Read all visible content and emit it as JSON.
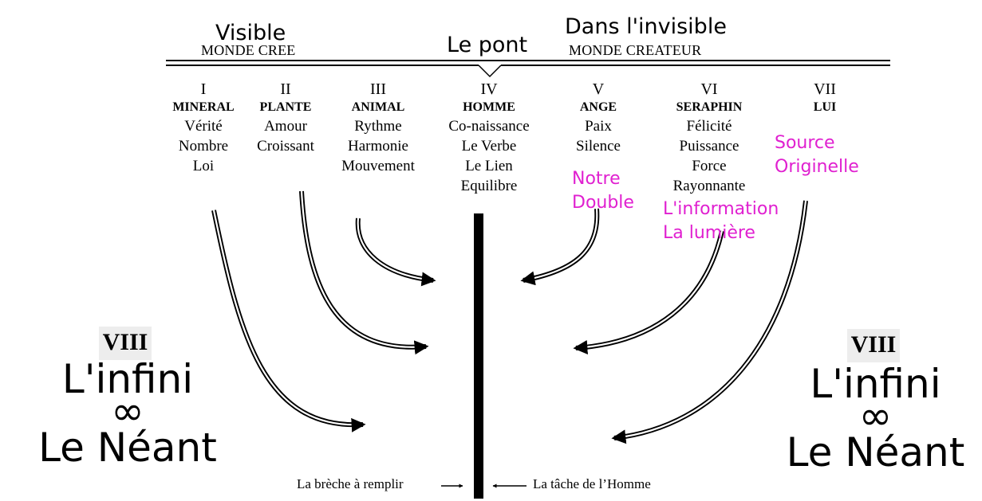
{
  "header": {
    "left_label": "Visible",
    "left_world": "MONDE CREE",
    "center_label": "Le pont",
    "right_label": "Dans l'invisible",
    "right_world": "MONDE CREATEUR"
  },
  "columns": [
    {
      "num": "I",
      "kind": "MINERAL",
      "qualities": [
        "Vérité",
        "Nombre",
        "Loi"
      ]
    },
    {
      "num": "II",
      "kind": "PLANTE",
      "qualities": [
        "Amour",
        "Croissant"
      ]
    },
    {
      "num": "III",
      "kind": "ANIMAL",
      "qualities": [
        "Rythme",
        "Harmonie",
        "Mouvement"
      ]
    },
    {
      "num": "IV",
      "kind": "HOMME",
      "qualities": [
        "Co-naissance",
        "Le Verbe",
        "Le Lien",
        "Equilibre"
      ]
    },
    {
      "num": "V",
      "kind": "ANGE",
      "qualities": [
        "Paix",
        "Silence"
      ]
    },
    {
      "num": "VI",
      "kind": "SERAPHIN",
      "qualities": [
        "Félicité",
        "Puissance",
        "Force",
        "Rayonnante"
      ]
    },
    {
      "num": "VII",
      "kind": "LUI",
      "qualities": []
    }
  ],
  "annotations": {
    "ange_note": [
      "Notre",
      "Double"
    ],
    "seraphin_note": [
      "L'information",
      "La lumière"
    ],
    "lui_note": [
      "Source",
      "Originelle"
    ]
  },
  "sides": {
    "roman": "VIII",
    "line1": "L'infini",
    "symbol": "∞",
    "line2": "Le Néant"
  },
  "bottom": {
    "left_note": "La brèche à remplir",
    "right_note": "La tâche de l’Homme"
  },
  "colors": {
    "annotation": "#e020d0",
    "ink": "#000000"
  }
}
